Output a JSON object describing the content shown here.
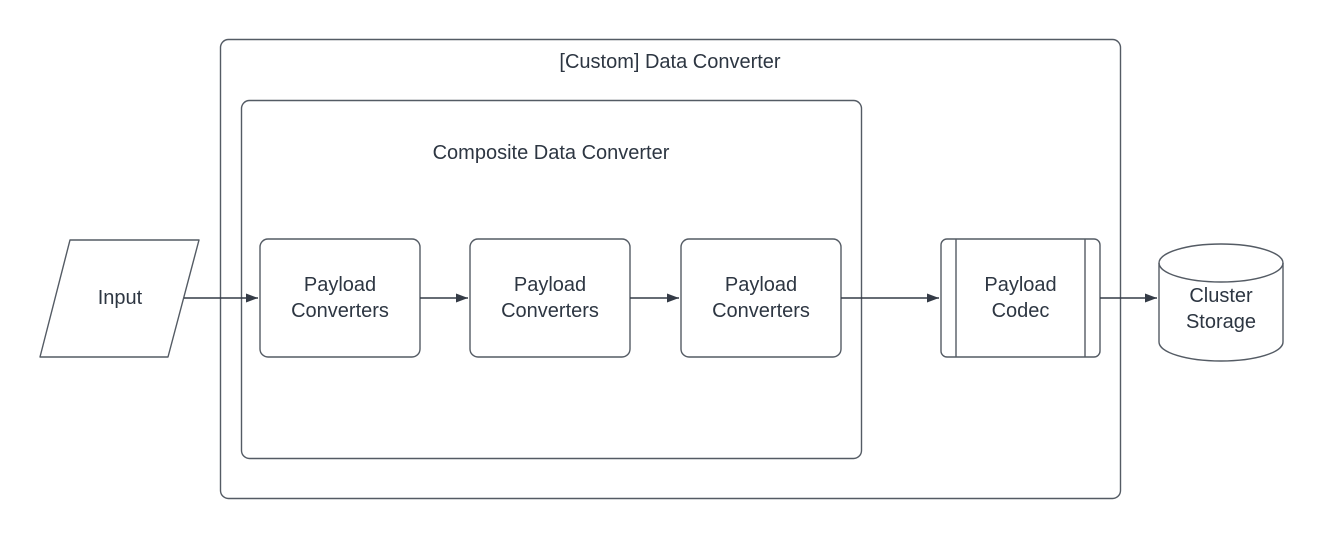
{
  "diagram": {
    "background": "#ffffff",
    "colors": {
      "stroke": "#545b64",
      "text": "#2d3642",
      "arrow": "#343b46"
    },
    "containers": [
      {
        "id": "custom-data-converter",
        "label": "[Custom] Data Converter"
      },
      {
        "id": "composite-data-converter",
        "label": "Composite Data Converter"
      }
    ],
    "nodes": [
      {
        "id": "input",
        "label": "Input",
        "shape": "parallelogram"
      },
      {
        "id": "payload-converters-1",
        "label": "Payload Converters",
        "shape": "rounded-rectangle"
      },
      {
        "id": "payload-converters-2",
        "label": "Payload Converters",
        "shape": "rounded-rectangle"
      },
      {
        "id": "payload-converters-3",
        "label": "Payload Converters",
        "shape": "rounded-rectangle"
      },
      {
        "id": "payload-codec",
        "label": "Payload Codec",
        "shape": "predefined-process"
      },
      {
        "id": "cluster-storage",
        "label": "Cluster Storage",
        "shape": "cylinder"
      }
    ],
    "edges": [
      {
        "from": "input",
        "to": "payload-converters-1"
      },
      {
        "from": "payload-converters-1",
        "to": "payload-converters-2"
      },
      {
        "from": "payload-converters-2",
        "to": "payload-converters-3"
      },
      {
        "from": "payload-converters-3",
        "to": "payload-codec"
      },
      {
        "from": "payload-codec",
        "to": "cluster-storage"
      }
    ]
  }
}
